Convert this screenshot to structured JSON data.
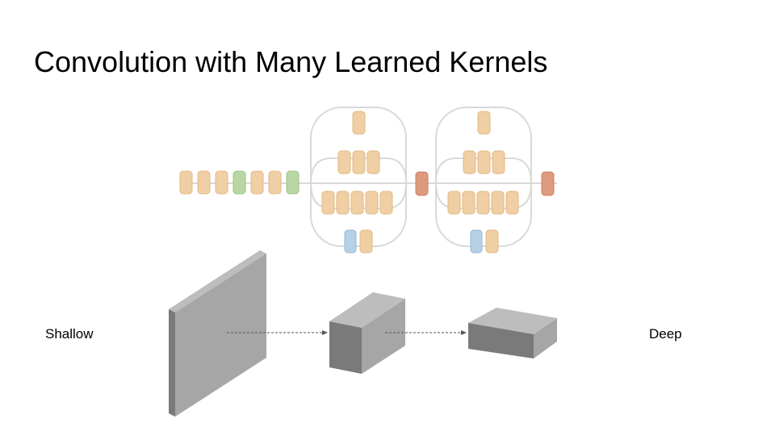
{
  "slide": {
    "title": "Convolution with Many Learned Kernels",
    "left_label": "Shallow",
    "right_label": "Deep"
  },
  "colors": {
    "block_orange": "#efcfa3",
    "block_orange_stroke": "#e3b985",
    "block_green": "#b9d7a4",
    "block_green_stroke": "#9cc383",
    "block_red": "#dd9a7f",
    "block_red_stroke": "#cc7f63",
    "block_blue": "#b6d0e6",
    "block_blue_stroke": "#95b7d6",
    "connector": "#d9d9d9",
    "volume_front": "#7a7a7a",
    "volume_side": "#a6a6a6",
    "volume_top": "#bdbdbd",
    "arrow": "#555555"
  }
}
